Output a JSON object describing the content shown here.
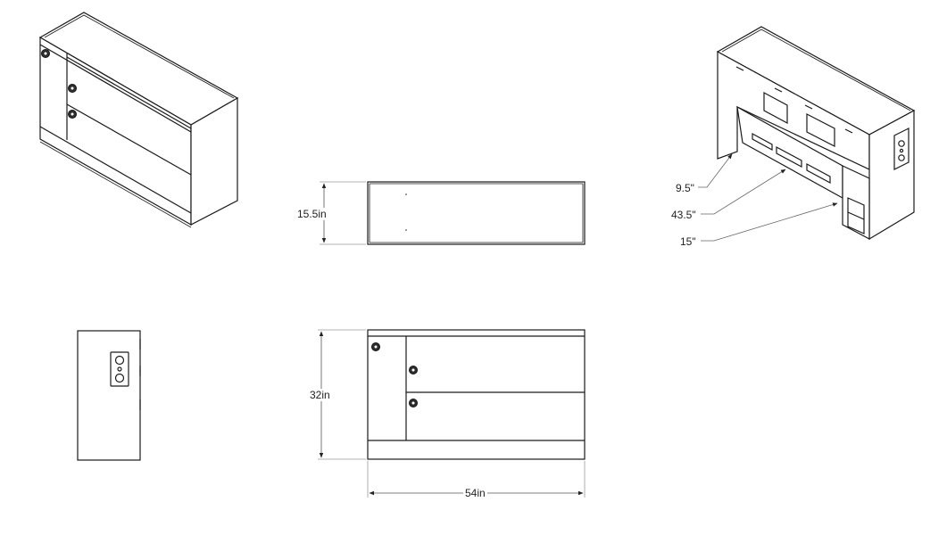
{
  "drawing": {
    "type": "technical-drawing",
    "subject": "cabinet enclosure",
    "views": [
      {
        "name": "front-isometric-view"
      },
      {
        "name": "top-view"
      },
      {
        "name": "rear-isometric-view"
      },
      {
        "name": "side-view"
      },
      {
        "name": "front-view"
      }
    ]
  },
  "dimensions": {
    "top_view_depth": "15.5in",
    "front_view_height": "32in",
    "front_view_width": "54in"
  },
  "callouts": [
    {
      "label": "9.5\""
    },
    {
      "label": "43.5\""
    },
    {
      "label": "15\""
    }
  ],
  "colors": {
    "line": "#1a1a1a",
    "dimension_line": "#555555",
    "extension_line": "#9a9a9a",
    "background": "#ffffff"
  }
}
